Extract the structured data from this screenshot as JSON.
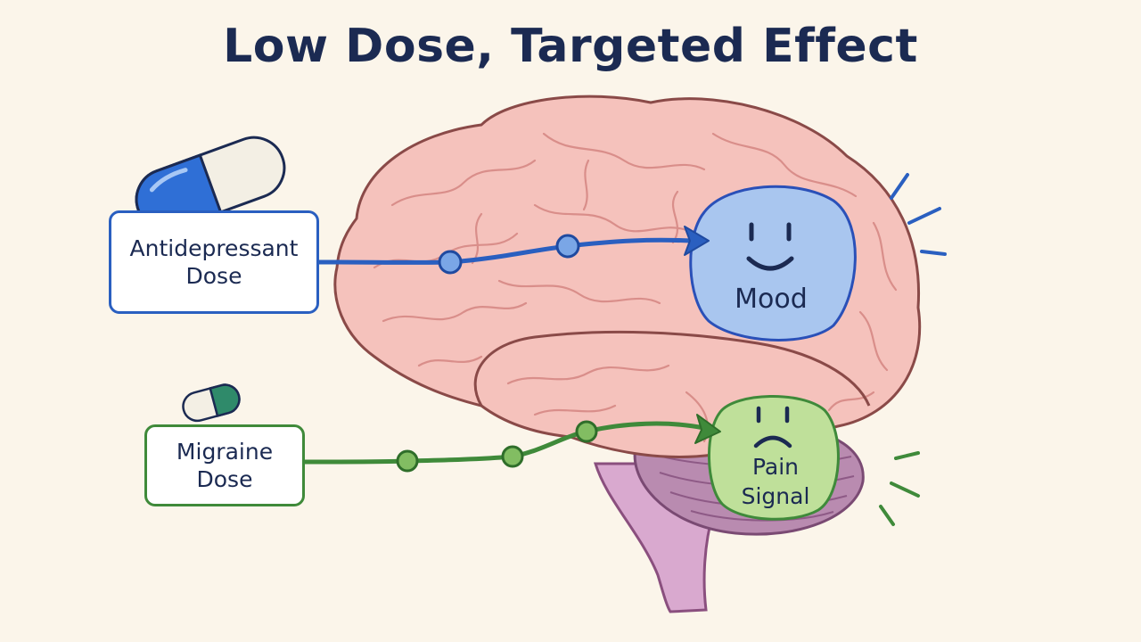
{
  "title": "Low Dose, Targeted Effect",
  "doses": {
    "antidepressant": {
      "line1": "Antidepressant",
      "line2": "Dose"
    },
    "migraine": {
      "line1": "Migraine",
      "line2": "Dose"
    }
  },
  "regions": {
    "mood": {
      "label": "Mood"
    },
    "pain": {
      "line1": "Pain",
      "line2": "Signal"
    }
  },
  "colors": {
    "background": "#fbf5ea",
    "title": "#1b2a52",
    "antidepressant_path": "#2a5fc0",
    "migraine_path": "#3f8a3a",
    "brain": "#f5c2bc",
    "brain_outline": "#8a4a48",
    "mood_region": "#a9c6ef",
    "pain_region": "#bfe09a",
    "cerebellum": "#b98bb0",
    "brainstem": "#d9a9cf"
  },
  "icons": {
    "large_capsule": "blue-white-capsule-icon",
    "small_capsule": "green-white-capsule-icon",
    "mood_face": "smiling-face-icon",
    "pain_face": "frowning-face-icon"
  }
}
